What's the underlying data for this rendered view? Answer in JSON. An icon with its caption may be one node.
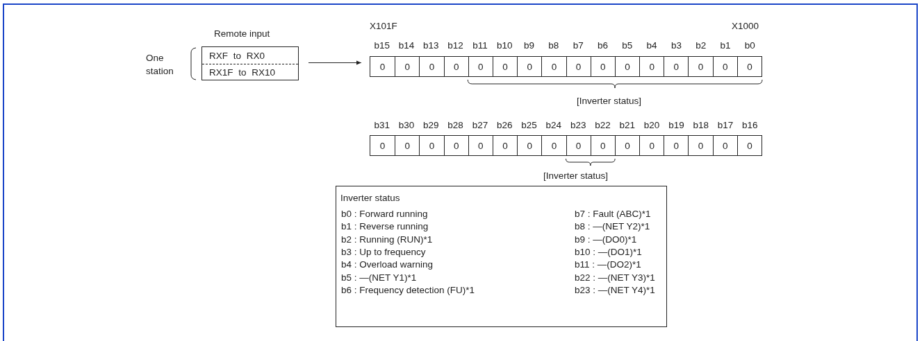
{
  "diagram": {
    "nodes": [
      {
        "text": [
          "Remote input",
          "RXF to RX0",
          "RX1F to RX10"
        ]
      },
      {
        "text": [
          "0",
          "0",
          "0",
          "0",
          "0",
          "0",
          "0",
          "0",
          "0",
          "0",
          "0",
          "0",
          "0",
          "0",
          "0",
          "0"
        ]
      },
      {
        "text": [
          "0",
          "0",
          "0",
          "0",
          "0",
          "0",
          "0",
          "0",
          "0",
          "0",
          "0",
          "0",
          "0",
          "0",
          "0",
          "0"
        ]
      },
      {
        "text": [
          "Inverter status",
          "b0 : Forward running",
          "b1 : Reverse running",
          "b2 : Running (RUN)*1",
          "b3 : Up to frequency",
          "b4 : Overload warning",
          "b5 : —(NET Y1)*1",
          "b6 : Frequency detection (FU)*1",
          "b7 : Fault (ABC)*1",
          "b8 : —(NET Y2)*1",
          "b9 : —(DO0)*1",
          "b10 : —(DO1)*1",
          "b11 : —(DO2)*1",
          "b22 : —(NET Y3)*1",
          "b23 : —(NET Y4)*1"
        ]
      }
    ],
    "edges": [
      {
        "from": 0,
        "to": 1,
        "arrow": "to"
      }
    ],
    "labels": [
      "X101F",
      "X1000",
      "One station",
      "b15",
      "b14",
      "b13",
      "b12",
      "b11",
      "b10",
      "b9",
      "b8",
      "b7",
      "b6",
      "b5",
      "b4",
      "b3",
      "b2",
      "b1",
      "b0",
      "[Inverter status]",
      "b31",
      "b30",
      "b29",
      "b28",
      "b27",
      "b26",
      "b25",
      "b24",
      "b23",
      "b22",
      "b21",
      "b20",
      "b19",
      "b18",
      "b17",
      "b16",
      "[Inverter status]"
    ]
  }
}
